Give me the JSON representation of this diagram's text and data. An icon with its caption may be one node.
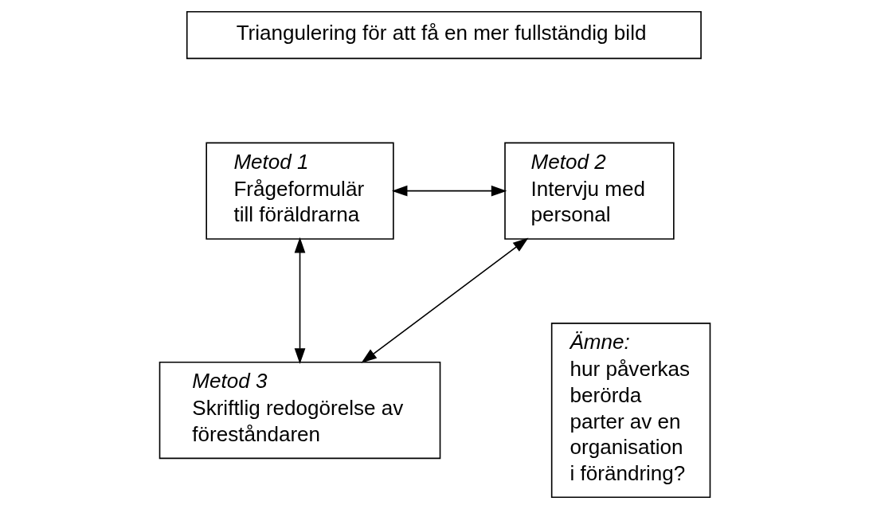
{
  "diagram": {
    "nodes": [
      {
        "text": [
          "Triangulering för att få en mer fullständig bild"
        ]
      },
      {
        "text": [
          "Metod 1",
          "Frågeformulär till föräldrarna"
        ]
      },
      {
        "text": [
          "Metod 2",
          "Intervju med personal"
        ]
      },
      {
        "text": [
          "Metod 3",
          "Skriftlig redogörelse av föreståndaren"
        ]
      },
      {
        "text": [
          "Ämne:",
          "hur påverkas berörda parter av en organisation i förändring?"
        ]
      }
    ],
    "edges": [
      {
        "from": 1,
        "to": 2,
        "arrow": "both"
      },
      {
        "from": 1,
        "to": 3,
        "arrow": "both"
      },
      {
        "from": 2,
        "to": 3,
        "arrow": "both"
      }
    ]
  }
}
